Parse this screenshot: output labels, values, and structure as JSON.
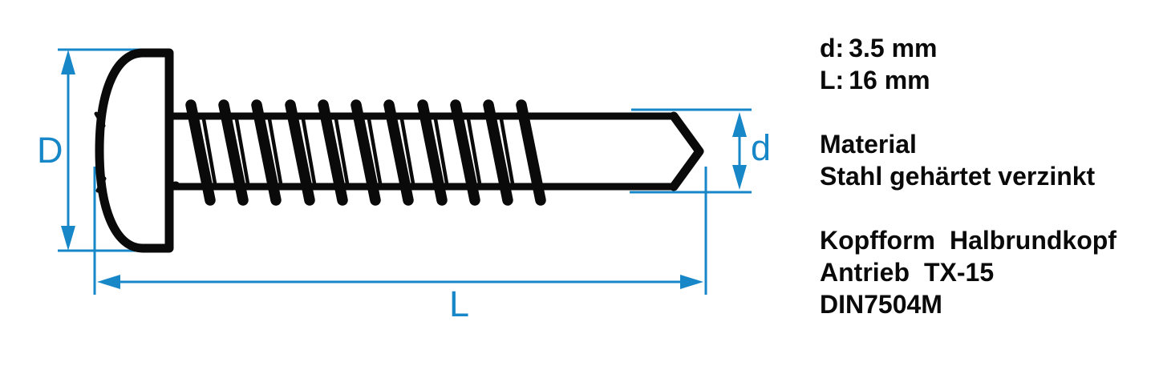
{
  "drawing": {
    "accent_color": "#1787c8",
    "label_D": "D",
    "label_L": "L",
    "label_d": "d"
  },
  "specs": {
    "dim_d_label": "d:",
    "dim_d_value": "3.5 mm",
    "dim_L_label": "L:",
    "dim_L_value": "16 mm",
    "material_heading": "Material",
    "material_value": "Stahl gehärtet verzinkt",
    "head_shape_label": "Kopfform",
    "head_shape_value": "Halbrundkopf",
    "drive_label": "Antrieb",
    "drive_value": "TX-15",
    "standard": "DIN7504M"
  }
}
